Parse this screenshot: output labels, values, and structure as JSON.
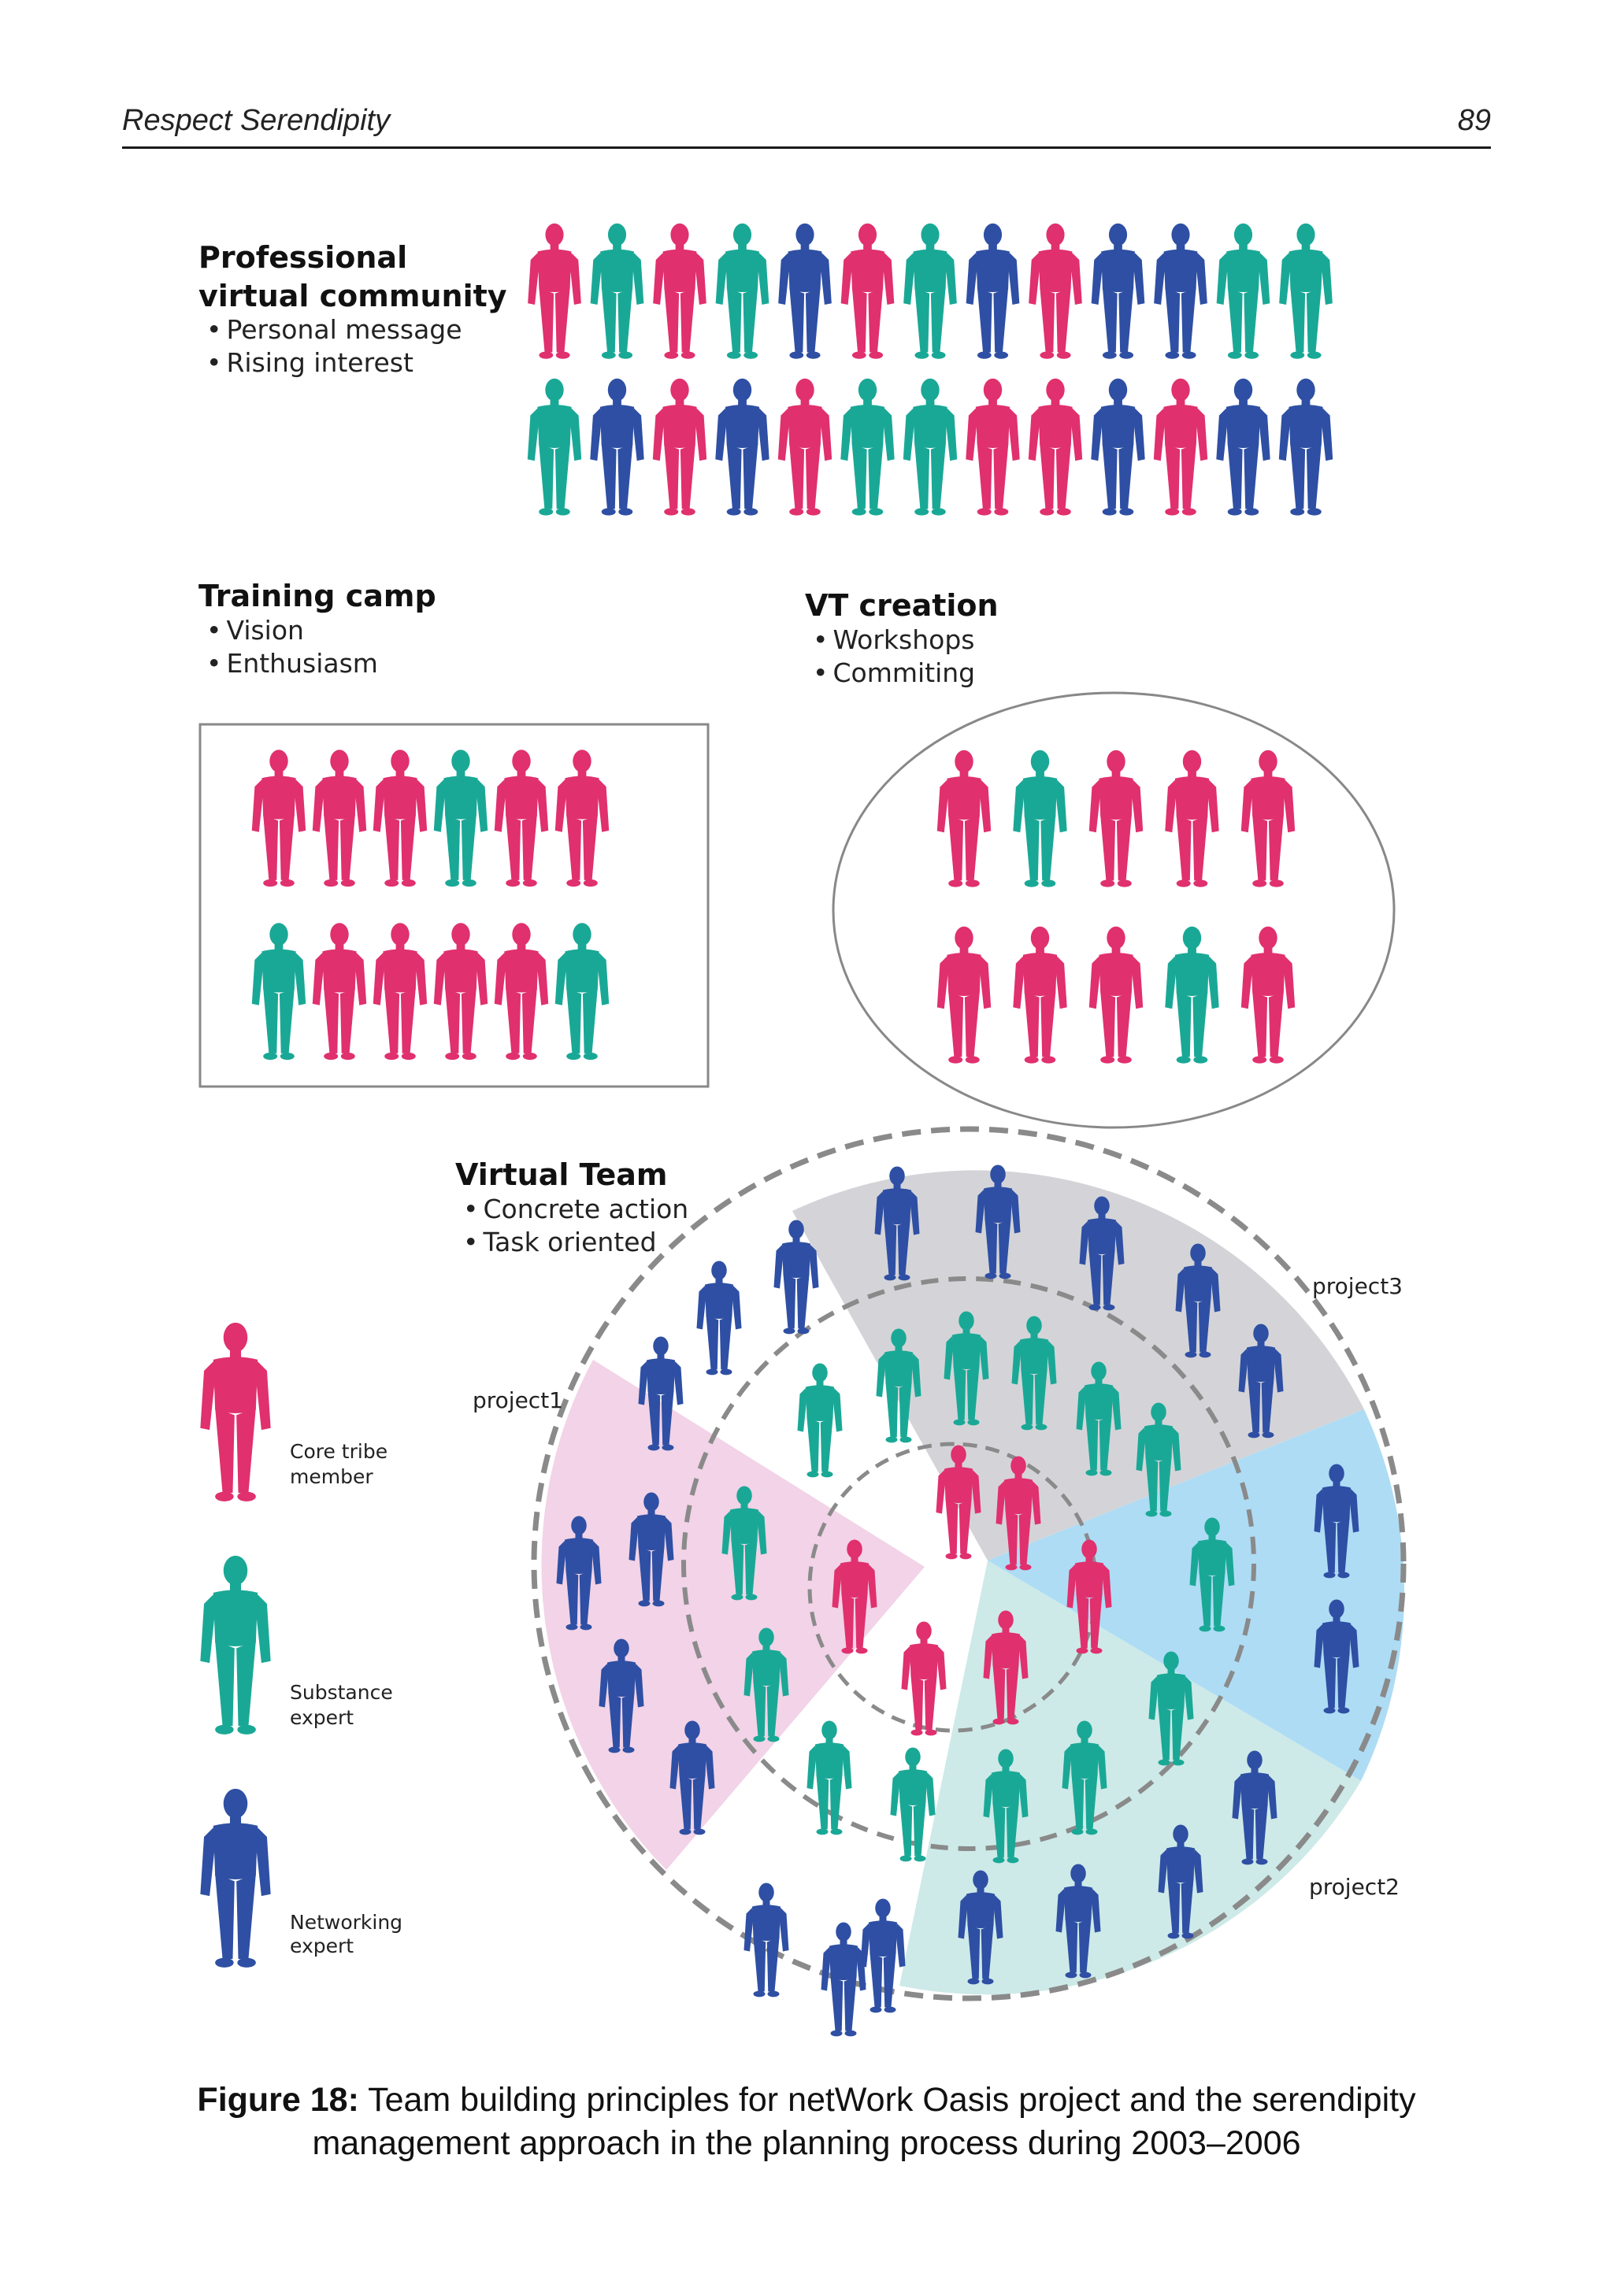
{
  "header": {
    "running_title": "Respect Serendipity",
    "page_number": "89"
  },
  "colors": {
    "core": "#e0306e",
    "substance": "#1aa896",
    "networking": "#2e4fa3",
    "project1_fill": "#f2d3e7",
    "project2_fill": "#cdeae8",
    "project3_fill": "#d4d4d8",
    "project_blue_fill": "#aedcf5"
  },
  "sections": {
    "professional": {
      "title_line1": "Professional",
      "title_line2": "virtual community",
      "bullets": [
        "Personal message",
        "Rising interest"
      ]
    },
    "training": {
      "title": "Training camp",
      "bullets": [
        "Vision",
        "Enthusiasm"
      ]
    },
    "vt_creation": {
      "title": "VT creation",
      "bullets": [
        "Workshops",
        "Commiting"
      ]
    },
    "virtual_team": {
      "title": "Virtual Team",
      "bullets": [
        "Concrete action",
        "Task oriented"
      ]
    }
  },
  "legend": [
    {
      "role": "core",
      "label_line1": "Core tribe",
      "label_line2": "member"
    },
    {
      "role": "substance",
      "label_line1": "Substance",
      "label_line2": "expert"
    },
    {
      "role": "networking",
      "label_line1": "Networking",
      "label_line2": "expert"
    }
  ],
  "projects": {
    "p1": "project1",
    "p2": "project2",
    "p3": "project3"
  },
  "groups": {
    "professional_row1": [
      "core",
      "substance",
      "core",
      "substance",
      "networking",
      "core",
      "substance",
      "networking",
      "core",
      "networking",
      "networking",
      "substance",
      "substance"
    ],
    "professional_row2": [
      "substance",
      "networking",
      "core",
      "networking",
      "core",
      "substance",
      "substance",
      "core",
      "core",
      "networking",
      "core",
      "networking",
      "networking"
    ],
    "training_row1": [
      "core",
      "core",
      "core",
      "substance",
      "core",
      "core"
    ],
    "training_row2": [
      "substance",
      "core",
      "core",
      "core",
      "core",
      "substance"
    ],
    "vt_row1": [
      "core",
      "substance",
      "core",
      "core",
      "core"
    ],
    "vt_row2": [
      "core",
      "core",
      "core",
      "substance",
      "core"
    ]
  },
  "caption": {
    "label": "Figure 18:",
    "text": " Team building principles for netWork Oasis project and the serendipity management approach in the planning process during 2003–2006"
  }
}
